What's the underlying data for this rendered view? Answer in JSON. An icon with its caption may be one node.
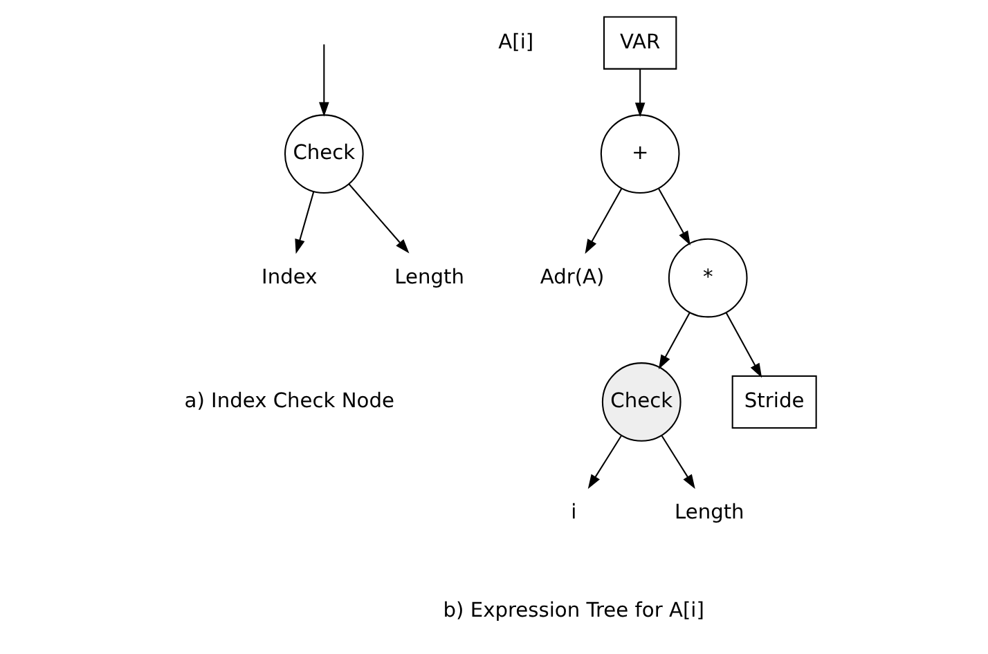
{
  "diagram": {
    "nodes": [
      {
        "text": [
          "Check"
        ]
      },
      {
        "text": [
          "Index"
        ]
      },
      {
        "text": [
          "Length"
        ]
      },
      {
        "text": [
          "VAR"
        ],
        "beside": [
          "A[i]"
        ]
      },
      {
        "text": [
          "+"
        ]
      },
      {
        "text": [
          "Adr(A)"
        ]
      },
      {
        "text": [
          "*"
        ]
      },
      {
        "text": [
          "Check"
        ]
      },
      {
        "text": [
          "Stride"
        ]
      },
      {
        "text": [
          "i"
        ]
      },
      {
        "text": [
          "Length"
        ]
      }
    ],
    "edges": [
      {
        "from": null,
        "to": 0,
        "arrow": "to"
      },
      {
        "from": 0,
        "to": 1,
        "arrow": "to"
      },
      {
        "from": 0,
        "to": 2,
        "arrow": "to"
      },
      {
        "from": 3,
        "to": 4,
        "arrow": "to"
      },
      {
        "from": 4,
        "to": 5,
        "arrow": "to"
      },
      {
        "from": 4,
        "to": 6,
        "arrow": "to"
      },
      {
        "from": 6,
        "to": 7,
        "arrow": "to"
      },
      {
        "from": 6,
        "to": 8,
        "arrow": "to"
      },
      {
        "from": 7,
        "to": 9,
        "arrow": "to"
      },
      {
        "from": 7,
        "to": 10,
        "arrow": "to"
      }
    ],
    "labels": [
      "a) Index Check Node",
      "b) Expression Tree for A[i]"
    ]
  }
}
